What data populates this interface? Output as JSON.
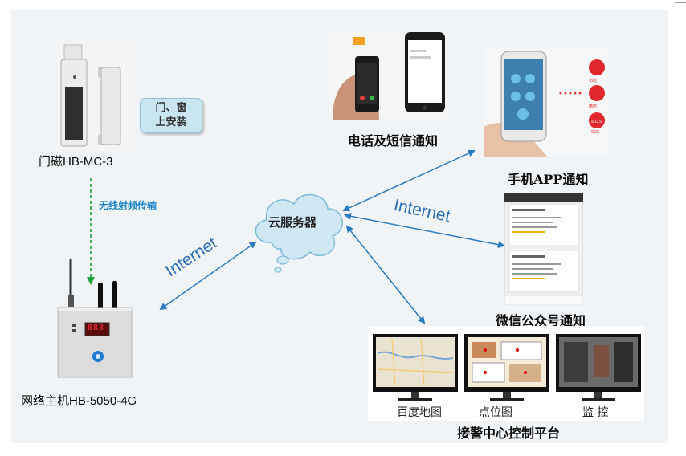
{
  "sensor": {
    "label": "门磁HB-MC-3",
    "install_note_line1": "门、窗",
    "install_note_line2": "上安装"
  },
  "wireless_label": "无线射频传输",
  "host": {
    "label": "网络主机HB-5050-4G",
    "display": "888"
  },
  "cloud": {
    "label": "云服务器"
  },
  "internet_left": "Internet",
  "internet_right": "Internet",
  "phone_sms": {
    "label": "电话及短信通知"
  },
  "app": {
    "label": "手机APP通知",
    "icons": [
      "布防",
      "撤防",
      "SOS"
    ],
    "sos_text": "S O S"
  },
  "wechat": {
    "label": "微信公众号通知"
  },
  "center": {
    "label": "接警中心控制平台",
    "monitors": [
      "百度地图",
      "点位图",
      "监 控"
    ]
  },
  "colors": {
    "arrow": "#2c7bc0",
    "dashed": "#19a33a",
    "internet_text": "#2c6fb5"
  }
}
